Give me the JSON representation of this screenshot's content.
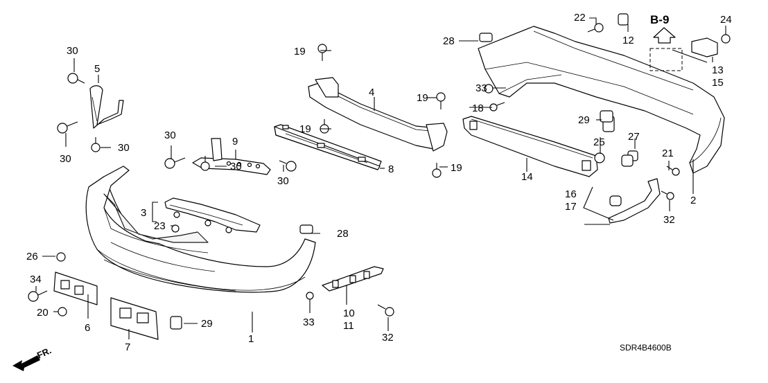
{
  "diagram": {
    "title": "Bumper parts exploded diagram",
    "diagram_code": "SDR4B4600B",
    "reference": "B-9",
    "direction_label": "FR.",
    "callouts": [
      {
        "id": "c1",
        "label": "1"
      },
      {
        "id": "c2",
        "label": "2"
      },
      {
        "id": "c3",
        "label": "3"
      },
      {
        "id": "c4",
        "label": "4"
      },
      {
        "id": "c5",
        "label": "5"
      },
      {
        "id": "c6",
        "label": "6"
      },
      {
        "id": "c7",
        "label": "7"
      },
      {
        "id": "c8",
        "label": "8"
      },
      {
        "id": "c9",
        "label": "9"
      },
      {
        "id": "c10",
        "label": "10"
      },
      {
        "id": "c11",
        "label": "11"
      },
      {
        "id": "c12",
        "label": "12"
      },
      {
        "id": "c13",
        "label": "13"
      },
      {
        "id": "c14",
        "label": "14"
      },
      {
        "id": "c15",
        "label": "15"
      },
      {
        "id": "c16",
        "label": "16"
      },
      {
        "id": "c17",
        "label": "17"
      },
      {
        "id": "c18",
        "label": "18"
      },
      {
        "id": "c19a",
        "label": "19"
      },
      {
        "id": "c19b",
        "label": "19"
      },
      {
        "id": "c19c",
        "label": "19"
      },
      {
        "id": "c19d",
        "label": "19"
      },
      {
        "id": "c20",
        "label": "20"
      },
      {
        "id": "c21",
        "label": "21"
      },
      {
        "id": "c22",
        "label": "22"
      },
      {
        "id": "c23",
        "label": "23"
      },
      {
        "id": "c24",
        "label": "24"
      },
      {
        "id": "c25",
        "label": "25"
      },
      {
        "id": "c26",
        "label": "26"
      },
      {
        "id": "c27",
        "label": "27"
      },
      {
        "id": "c28a",
        "label": "28"
      },
      {
        "id": "c28b",
        "label": "28"
      },
      {
        "id": "c29a",
        "label": "29"
      },
      {
        "id": "c29b",
        "label": "29"
      },
      {
        "id": "c30a",
        "label": "30"
      },
      {
        "id": "c30b",
        "label": "30"
      },
      {
        "id": "c30c",
        "label": "30"
      },
      {
        "id": "c30d",
        "label": "30"
      },
      {
        "id": "c30e",
        "label": "30"
      },
      {
        "id": "c30f",
        "label": "30"
      },
      {
        "id": "c32a",
        "label": "32"
      },
      {
        "id": "c32b",
        "label": "32"
      },
      {
        "id": "c33a",
        "label": "33"
      },
      {
        "id": "c33b",
        "label": "33"
      },
      {
        "id": "c34",
        "label": "34"
      }
    ]
  }
}
